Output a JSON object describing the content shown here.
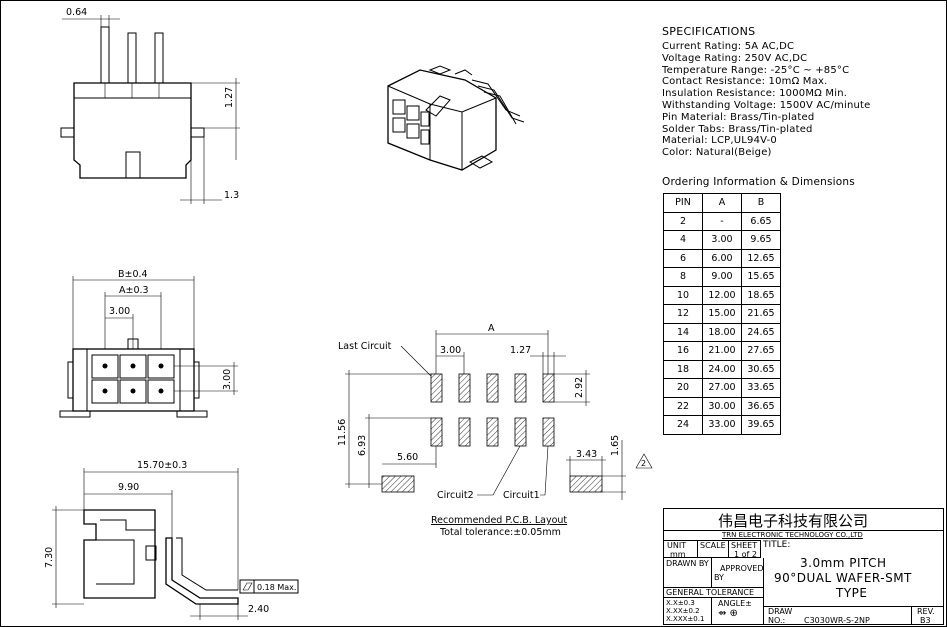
{
  "specifications": {
    "title": "SPECIFICATIONS",
    "lines": [
      "Current Rating: 5A AC,DC",
      "Voltage Rating: 250V AC,DC",
      "Temperature Range: -25°C ~ +85°C",
      "Contact Resistance: 10mΩ Max.",
      "Insulation Resistance: 1000MΩ Min.",
      "Withstanding Voltage: 1500V AC/minute",
      "Pin Material: Brass/Tin-plated",
      "Solder Tabs: Brass/Tin-plated",
      "Material: LCP,UL94V-0",
      "Color: Natural(Beige)"
    ]
  },
  "ordering": {
    "title": "Ordering Information & Dimensions",
    "headers": [
      "PIN",
      "A",
      "B"
    ],
    "rows": [
      [
        "2",
        "-",
        "6.65"
      ],
      [
        "4",
        "3.00",
        "9.65"
      ],
      [
        "6",
        "6.00",
        "12.65"
      ],
      [
        "8",
        "9.00",
        "15.65"
      ],
      [
        "10",
        "12.00",
        "18.65"
      ],
      [
        "12",
        "15.00",
        "21.65"
      ],
      [
        "14",
        "18.00",
        "24.65"
      ],
      [
        "16",
        "21.00",
        "27.65"
      ],
      [
        "18",
        "24.00",
        "30.65"
      ],
      [
        "20",
        "27.00",
        "33.65"
      ],
      [
        "22",
        "30.00",
        "36.65"
      ],
      [
        "24",
        "33.00",
        "39.65"
      ]
    ]
  },
  "dimensions": {
    "side_pin_width": "0.64",
    "side_height": "1.27",
    "side_tab": "1.3",
    "front_b": "B±0.4",
    "front_a": "A±0.3",
    "front_pitch": "3.00",
    "front_row_pitch": "3.00",
    "bottom_length": "15.70±0.3",
    "bottom_inner": "9.90",
    "bottom_height": "7.30",
    "bottom_flatness": "0.18 Max.",
    "bottom_tail": "2.40"
  },
  "pcb_layout": {
    "last_circuit": "Last Circuit",
    "dim_a": "A",
    "pitch": "3.00",
    "pad_width": "1.27",
    "pad_height": "2.92",
    "total_height": "11.56",
    "row_spacing": "6.93",
    "tab_offset": "5.60",
    "tab_width": "3.43",
    "tab_height": "1.65",
    "circuit2": "Circuit2",
    "circuit1": "Circuit1",
    "caption": "Recommended P.C.B. Layout",
    "tolerance": "Total tolerance:±0.05mm"
  },
  "title_block": {
    "company_cn": "伟昌电子科技有限公司",
    "company_en": "TRN ELECTRONIC TECHNOLOGY CO.,LTD",
    "unit_label": "UNIT",
    "unit_value": "mm",
    "scale_label": "SCALE",
    "sheet_label": "SHEET",
    "sheet_value": "1 of 2",
    "title_label": "TITLE:",
    "title_line1": "3.0mm PITCH",
    "title_line2": "90°DUAL WAFER-SMT",
    "title_line3": "TYPE",
    "drawn_by": "DRAWN BY",
    "approved_by_1": "APPROVED",
    "approved_by_2": "BY",
    "general_tolerance": "GENERAL TOLERANCE",
    "tol_1": "X.X±0.3",
    "tol_2": "X.XX±0.2",
    "tol_3": "X.XXX±0.1",
    "angle": "ANGLE±",
    "draw_no_label_1": "DRAW",
    "draw_no_label_2": "NO.:",
    "draw_no": "C3030WR-S-2NP",
    "rev_label": "REV.",
    "rev_value": "B3"
  }
}
